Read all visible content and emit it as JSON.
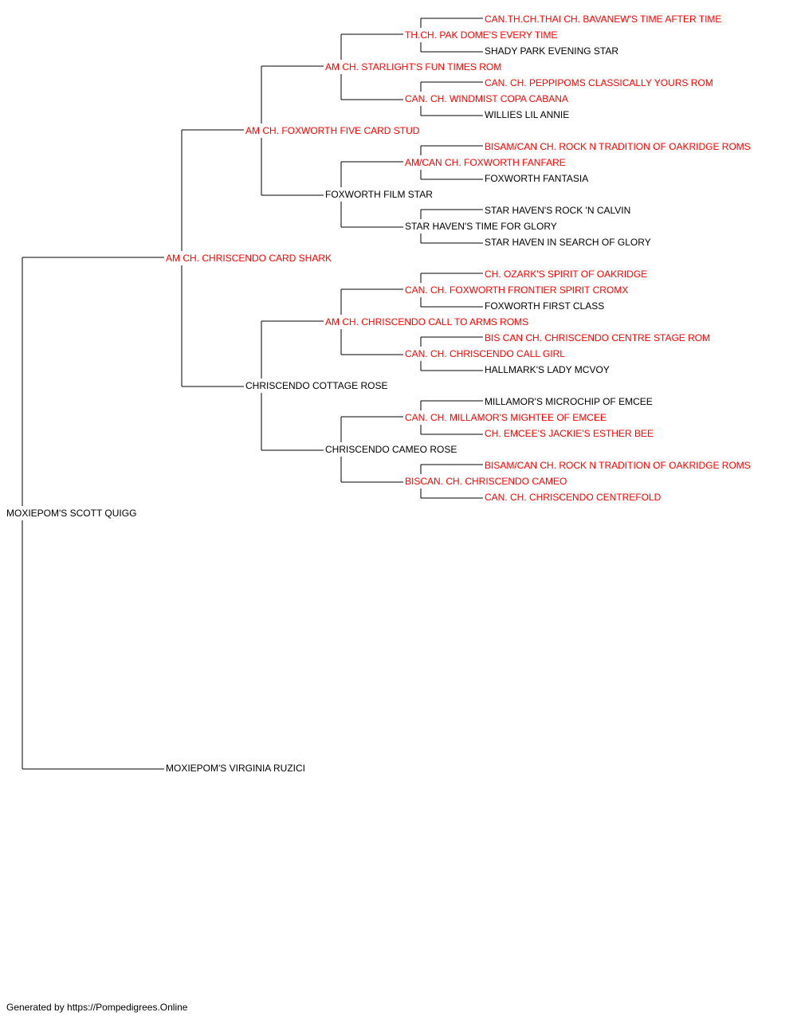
{
  "pedigree": {
    "name": "MOXIEPOM'S SCOTT QUIGG",
    "champion": false,
    "sire": {
      "name": "AM CH. CHRISCENDO CARD SHARK",
      "champion": true,
      "sire": {
        "name": "AM CH. FOXWORTH FIVE CARD STUD",
        "champion": true,
        "sire": {
          "name": "AM CH. STARLIGHT'S FUN TIMES ROM",
          "champion": true,
          "sire": {
            "name": "TH.CH. PAK DOME'S EVERY TIME",
            "champion": true,
            "sire": {
              "name": "CAN.TH.CH.THAI CH. BAVANEW'S TIME AFTER TIME",
              "champion": true
            },
            "dam": {
              "name": "SHADY PARK EVENING STAR",
              "champion": false
            }
          },
          "dam": {
            "name": "CAN. CH. WINDMIST COPA CABANA",
            "champion": true,
            "sire": {
              "name": "CAN. CH. PEPPIPOMS CLASSICALLY YOURS ROM",
              "champion": true
            },
            "dam": {
              "name": "WILLIES LIL ANNIE",
              "champion": false
            }
          }
        },
        "dam": {
          "name": "FOXWORTH FILM STAR",
          "champion": false,
          "sire": {
            "name": "AM/CAN CH. FOXWORTH FANFARE",
            "champion": true,
            "sire": {
              "name": "BISAM/CAN CH. ROCK N TRADITION OF OAKRIDGE ROMS",
              "champion": true
            },
            "dam": {
              "name": "FOXWORTH FANTASIA",
              "champion": false
            }
          },
          "dam": {
            "name": "STAR HAVEN'S TIME FOR GLORY",
            "champion": false,
            "sire": {
              "name": "STAR HAVEN'S ROCK 'N CALVIN",
              "champion": false
            },
            "dam": {
              "name": "STAR HAVEN IN SEARCH OF GLORY",
              "champion": false
            }
          }
        }
      },
      "dam": {
        "name": "CHRISCENDO COTTAGE ROSE",
        "champion": false,
        "sire": {
          "name": "AM CH. CHRISCENDO CALL TO ARMS ROMS",
          "champion": true,
          "sire": {
            "name": "CAN. CH. FOXWORTH FRONTIER SPIRIT CROMX",
            "champion": true,
            "sire": {
              "name": "CH. OZARK'S SPIRIT OF OAKRIDGE",
              "champion": true
            },
            "dam": {
              "name": "FOXWORTH FIRST CLASS",
              "champion": false
            }
          },
          "dam": {
            "name": "CAN. CH. CHRISCENDO CALL GIRL",
            "champion": true,
            "sire": {
              "name": "BIS CAN CH. CHRISCENDO CENTRE STAGE ROM",
              "champion": true
            },
            "dam": {
              "name": "HALLMARK'S LADY MCVOY",
              "champion": false
            }
          }
        },
        "dam": {
          "name": "CHRISCENDO CAMEO ROSE",
          "champion": false,
          "sire": {
            "name": "CAN. CH. MILLAMOR'S MIGHTEE OF EMCEE",
            "champion": true,
            "sire": {
              "name": "MILLAMOR'S MICROCHIP OF EMCEE",
              "champion": false
            },
            "dam": {
              "name": "CH. EMCEE'S JACKIE'S ESTHER BEE",
              "champion": true
            }
          },
          "dam": {
            "name": "BISCAN. CH. CHRISCENDO CAMEO",
            "champion": true,
            "sire": {
              "name": "BISAM/CAN CH. ROCK N TRADITION OF OAKRIDGE ROMS",
              "champion": true
            },
            "dam": {
              "name": "CAN. CH. CHRISCENDO CENTREFOLD",
              "champion": true
            }
          }
        }
      }
    },
    "dam": {
      "name": "MOXIEPOM'S VIRGINIA RUZICI",
      "champion": false
    }
  },
  "footer": "Generated by https://Pompedigrees.Online",
  "colors": {
    "champion": "#ff0000",
    "normal": "#000000",
    "line": "#000000"
  }
}
